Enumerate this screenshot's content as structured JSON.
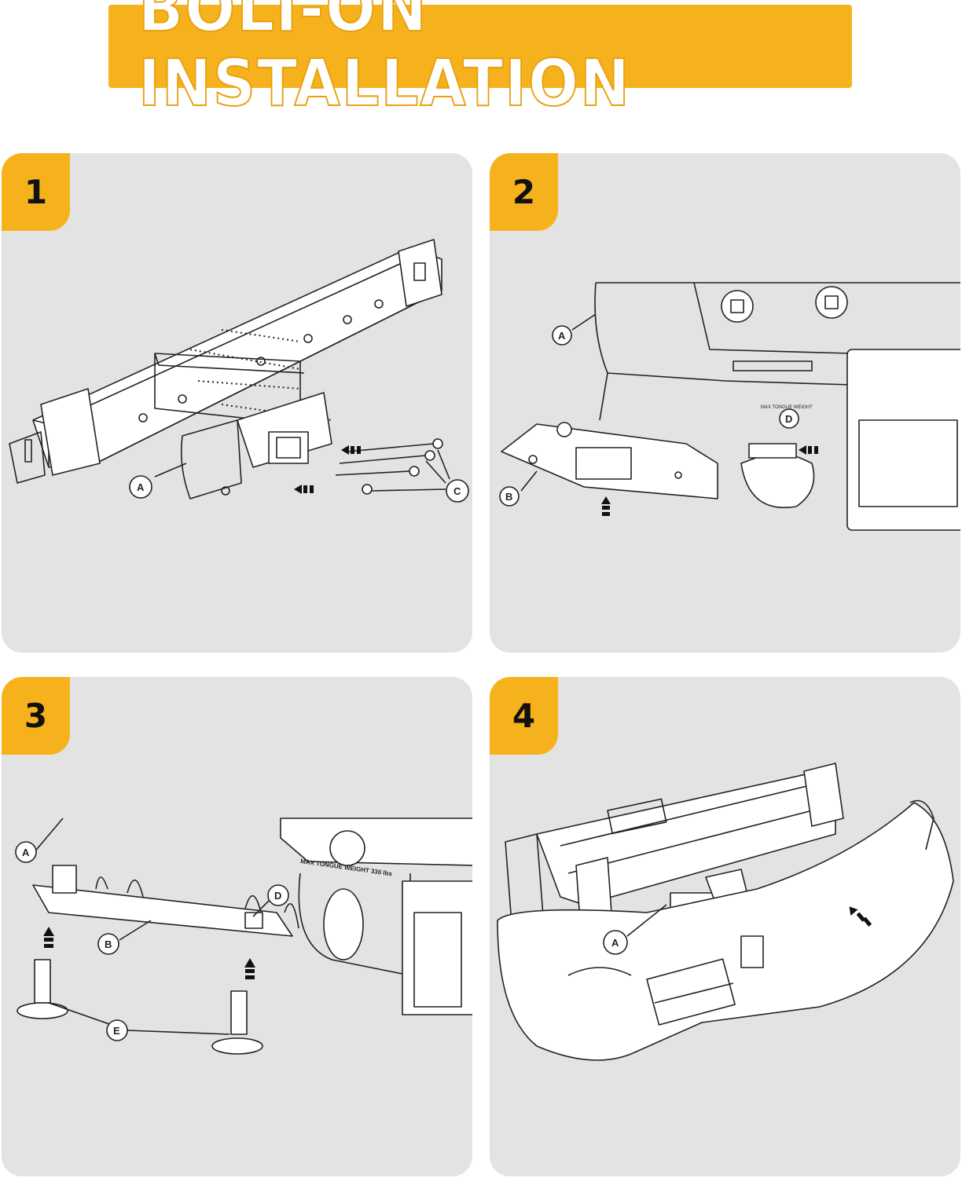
{
  "banner": {
    "title": "BOLT-ON INSTALLATION",
    "color": "#f6b21c"
  },
  "steps": [
    {
      "number": "1",
      "callouts": [
        "A",
        "C"
      ]
    },
    {
      "number": "2",
      "callouts": [
        "A",
        "B",
        "D"
      ]
    },
    {
      "number": "3",
      "callouts": [
        "A",
        "B",
        "D",
        "E"
      ],
      "plate_text": "MAX TONGUE WEIGHT 330 lbs"
    },
    {
      "number": "4",
      "callouts": [
        "A"
      ]
    }
  ],
  "colors": {
    "accent": "#f6b21c",
    "panel": "#e3e3e3"
  }
}
